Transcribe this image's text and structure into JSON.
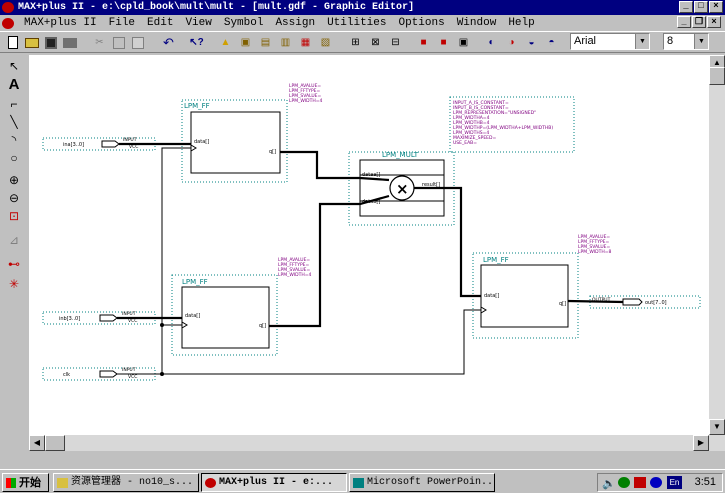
{
  "window": {
    "title": "MAX+plus II - e:\\cpld_book\\mult\\mult - [mult.gdf - Graphic Editor]"
  },
  "menu": [
    "MAX+plus II",
    "File",
    "Edit",
    "View",
    "Symbol",
    "Assign",
    "Utilities",
    "Options",
    "Window",
    "Help"
  ],
  "toolbar": {
    "font": "Arial",
    "size": "8"
  },
  "schematic": {
    "ff_a": {
      "label": "LPM_FF",
      "in_port": "data[]",
      "out_port": "q[]"
    },
    "ff_b": {
      "label": "LPM_FF",
      "in_port": "data[]",
      "out_port": "q[]"
    },
    "ff_out": {
      "label": "LPM_FF",
      "in_port": "data[]",
      "out_port": "q[]"
    },
    "mult": {
      "label": "LPM_MULT",
      "in_a": "dataa[]",
      "in_b": "datab[]",
      "out_port": "result[]"
    },
    "pins": {
      "ina": "ina[3..0]",
      "inb": "inb[3..0]",
      "clk": "clk",
      "out": "out[7..0]",
      "input_tag": "INPUT",
      "vcc": "VCC",
      "output_tag": "OUTPUT"
    },
    "params_ff": [
      "LPM_AVALUE=",
      "LPM_FFTYPE=",
      "LPM_SVALUE=",
      "LPM_WIDTH=4"
    ],
    "params_ff_out": [
      "LPM_AVALUE=",
      "LPM_FFTYPE=",
      "LPM_SVALUE=",
      "LPM_WIDTH=8"
    ],
    "params_mult": [
      "INPUT_A_IS_CONSTANT=",
      "INPUT_B_IS_CONSTANT=",
      "LPM_REPRESENTATION=\"UNSIGNED\"",
      "LPM_WIDTHA=4",
      "LPM_WIDTHB=4",
      "LPM_WIDTHP=(LPM_WIDTHA+LPM_WIDTHB)",
      "LPM_WIDTHS=4",
      "MAXIMIZE_SPEED=",
      "USE_EAB="
    ]
  },
  "taskbar": {
    "start": "开始",
    "tasks": [
      "资源管理器 - no10_s...",
      "MAX+plus II - e:...",
      "Microsoft PowerPoin..."
    ],
    "lang": "En",
    "clock": "3:51"
  },
  "colors": {
    "title_bg": "#000080",
    "block_dash": "#008080",
    "param_text": "#800080",
    "block_label": "#008080"
  }
}
